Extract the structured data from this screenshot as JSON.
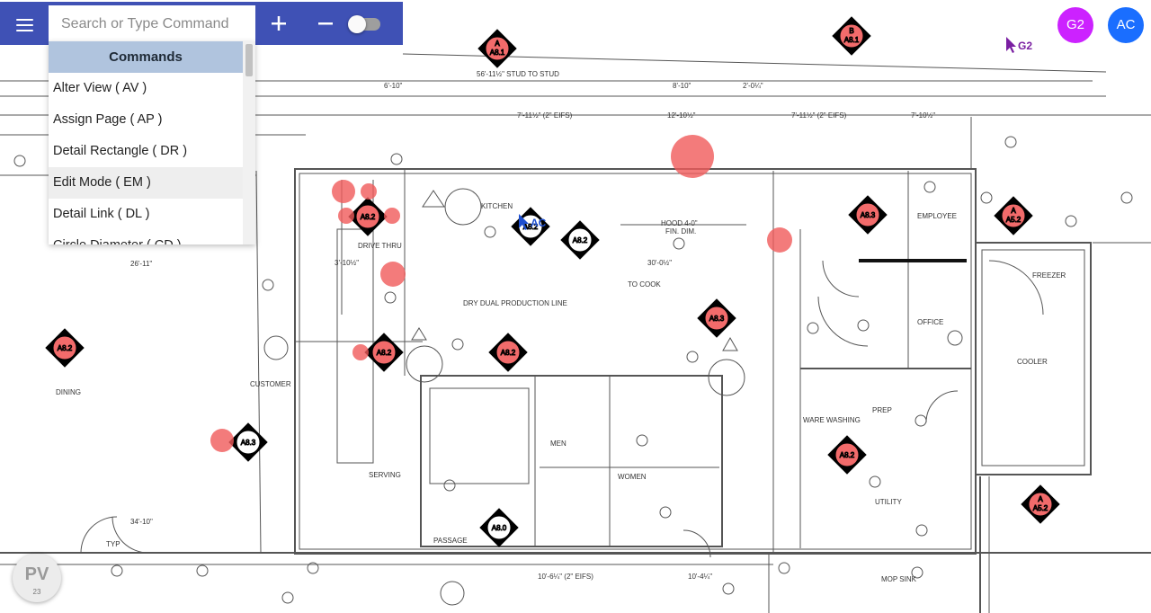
{
  "toolbar": {
    "search_placeholder": "Search or Type Command",
    "zoom_in_icon": "plus-icon",
    "zoom_out_icon": "minus-icon",
    "toggle_state": "off"
  },
  "commands": {
    "header": "Commands",
    "items": [
      {
        "label": "Alter View ( AV )"
      },
      {
        "label": "Assign Page ( AP )"
      },
      {
        "label": "Detail Rectangle ( DR )"
      },
      {
        "label": "Edit Mode ( EM )"
      },
      {
        "label": "Detail Link ( DL )"
      },
      {
        "label": "Circle Diameter ( CD )"
      }
    ]
  },
  "users": {
    "g2": {
      "initials": "G2",
      "color": "#cc22ff"
    },
    "ac": {
      "initials": "AC",
      "color": "#1a6eff"
    }
  },
  "cursors": {
    "g2": {
      "label": "G2",
      "color": "#7a1fa2"
    },
    "ac": {
      "label": "AC",
      "color": "#1e4fcf"
    }
  },
  "pv_button": {
    "label": "PV",
    "sublabel": "23"
  },
  "plan": {
    "room_labels": [
      "KITCHEN",
      "DRIVE THRU",
      "DRY DUAL PRODUCTION LINE",
      "TO COOK",
      "HOOD 4-0\"",
      "FIN. DIM.",
      "EMPLOYEE",
      "OFFICE",
      "FREEZER",
      "COOLER",
      "DINING",
      "CUSTOMER",
      "SERVING",
      "MEN",
      "WOMEN",
      "PASSAGE",
      "WARE WASHING",
      "PREP",
      "UTILITY",
      "MOP SINK",
      "TYP"
    ],
    "dimensions": [
      "56'-11½\" STUD TO STUD",
      "7'-11½\" (2\" EIFS)",
      "12'-10½\"",
      "7'-11½\" (2\" EIFS)",
      "7'-10½\"",
      "30'-0½\"",
      "10'-6¼\" (2\" EIFS)",
      "10'-4¼\"",
      "8'-10\"",
      "2'-0¼\"",
      "6'-10\"",
      "3'-10½\"",
      "26'-11\"",
      "34'-10\""
    ],
    "tags": [
      {
        "top": "A",
        "mid": "A8.1"
      },
      {
        "top": "B",
        "mid": "A8.1"
      },
      {
        "top": "A",
        "mid": "A5.2"
      },
      {
        "top": "A",
        "mid": "A5.2"
      },
      {
        "top": "",
        "mid": "A8.2"
      },
      {
        "top": "",
        "mid": "A8.3"
      },
      {
        "top": "",
        "mid": "A8.0"
      },
      {
        "top": "",
        "mid": "A8.2"
      }
    ]
  }
}
